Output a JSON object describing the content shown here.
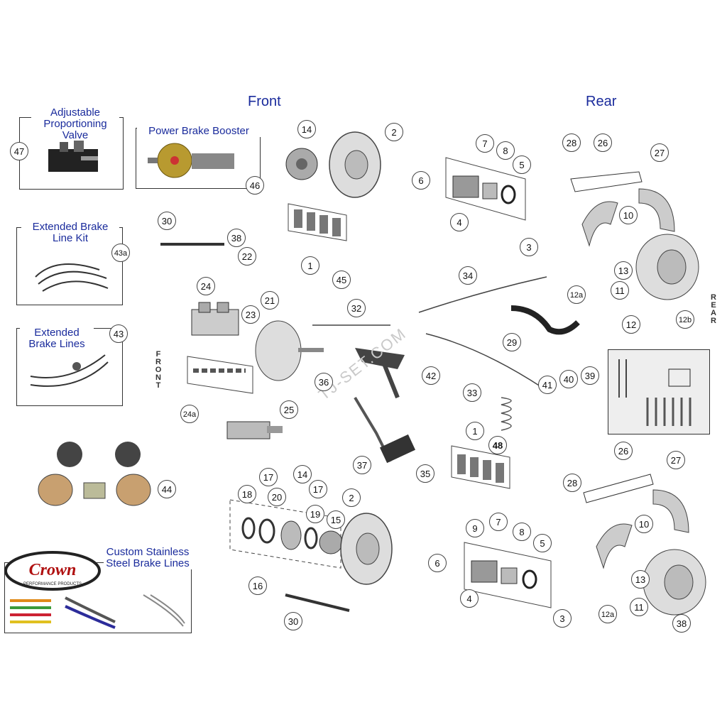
{
  "headings": {
    "front": "Front",
    "rear": "Rear"
  },
  "side_labels": {
    "front": "FRONT",
    "rear": "REAR"
  },
  "boxes": {
    "proportioning_valve": "Adjustable Proportioning Valve",
    "brake_booster": "Power Brake Booster",
    "extended_line_kit": "Extended Brake Line Kit",
    "extended_lines": "Extended Brake Lines",
    "custom_lines": "Custom Stainless Steel Brake Lines"
  },
  "logo": {
    "text": "Crown",
    "subtext": "PERFORMANCE PRODUCTS"
  },
  "watermark": "TJ-SET.COM",
  "callouts": {
    "c47": "47",
    "c46": "46",
    "c43a": "43a",
    "c43": "43",
    "c44": "44",
    "c30a": "30",
    "c38a": "38",
    "c22": "22",
    "c24": "24",
    "c23": "23",
    "c21": "21",
    "c24a": "24a",
    "c25": "25",
    "c36": "36",
    "c37": "37",
    "c35": "35",
    "c42": "42",
    "c32": "32",
    "c33": "33",
    "c34": "34",
    "c45": "45",
    "c14a": "14",
    "c2a": "2",
    "c1a": "1",
    "c6a": "6",
    "c7a": "7",
    "c8a": "8",
    "c5a": "5",
    "c4a": "4",
    "c3a": "3",
    "c28a": "28",
    "c26a": "26",
    "c27a": "27",
    "c10a": "10",
    "c13a": "13",
    "c11a": "11",
    "c12a": "12a",
    "c29": "29",
    "c41": "41",
    "c40": "40",
    "c39": "39",
    "c12": "12",
    "c12b": "12b",
    "c1b": "1",
    "c48": "48",
    "c18": "18",
    "c17a": "17",
    "c20": "20",
    "c14b": "14",
    "c17b": "17",
    "c19": "19",
    "c15": "15",
    "c16": "16",
    "c2b": "2",
    "c30b": "30",
    "c9": "9",
    "c7b": "7",
    "c8b": "8",
    "c5b": "5",
    "c6b": "6",
    "c4b": "4",
    "c3b": "3",
    "c26b": "26",
    "c28b": "28",
    "c27b": "27",
    "c10b": "10",
    "c13b": "13",
    "c12ab": "12a",
    "c11b": "11",
    "c38b": "38"
  }
}
